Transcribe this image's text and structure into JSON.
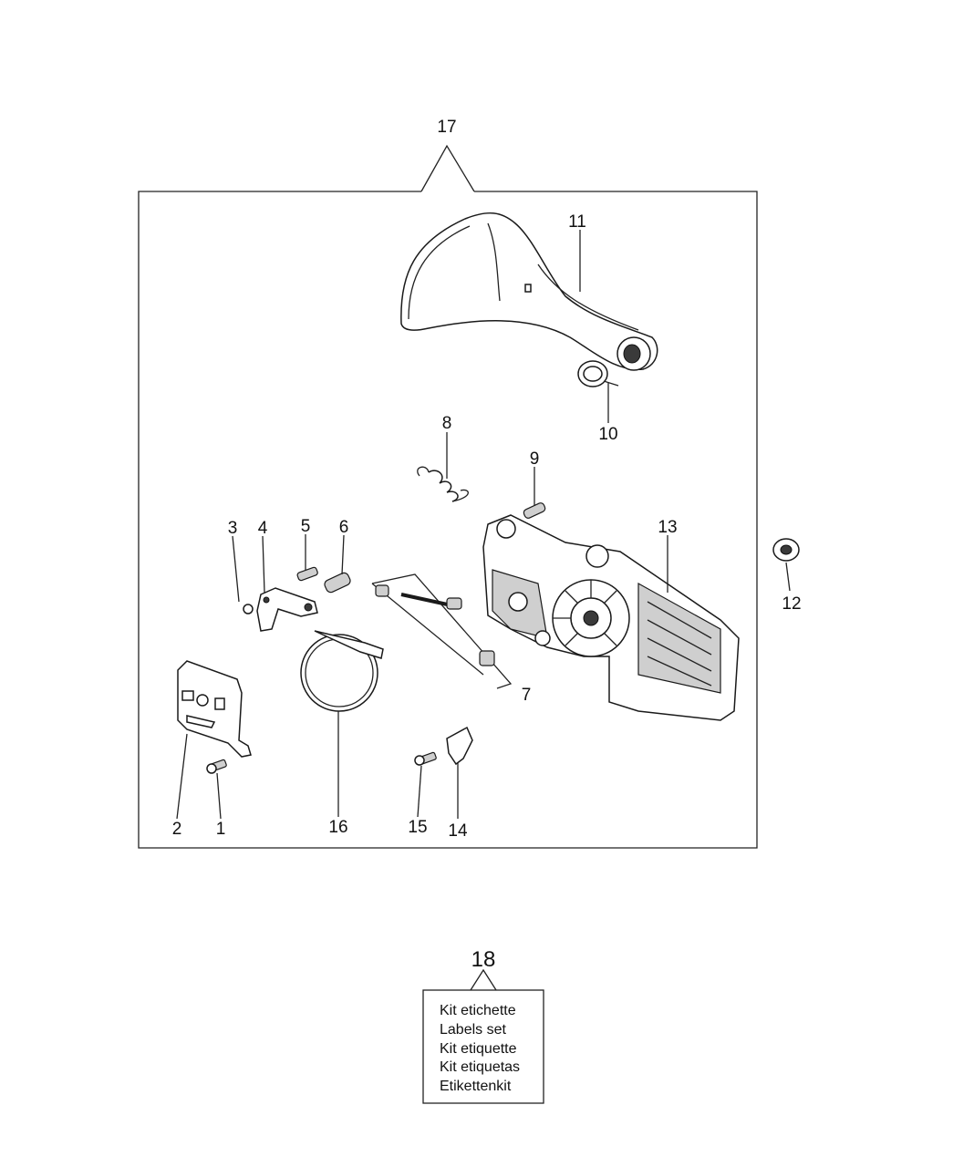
{
  "callouts": [
    {
      "id": "1",
      "label": "1"
    },
    {
      "id": "2",
      "label": "2"
    },
    {
      "id": "3",
      "label": "3"
    },
    {
      "id": "4",
      "label": "4"
    },
    {
      "id": "5",
      "label": "5"
    },
    {
      "id": "6",
      "label": "6"
    },
    {
      "id": "7",
      "label": "7"
    },
    {
      "id": "8",
      "label": "8"
    },
    {
      "id": "9",
      "label": "9"
    },
    {
      "id": "10",
      "label": "10"
    },
    {
      "id": "11",
      "label": "11"
    },
    {
      "id": "12",
      "label": "12"
    },
    {
      "id": "13",
      "label": "13"
    },
    {
      "id": "14",
      "label": "14"
    },
    {
      "id": "15",
      "label": "15"
    },
    {
      "id": "16",
      "label": "16"
    },
    {
      "id": "17",
      "label": "17"
    },
    {
      "id": "18",
      "label": "18"
    }
  ],
  "kit": {
    "lines": [
      "Kit etichette",
      "Labels set",
      "Kit etiquette",
      "Kit etiquetas",
      "Etikettenkit"
    ]
  }
}
